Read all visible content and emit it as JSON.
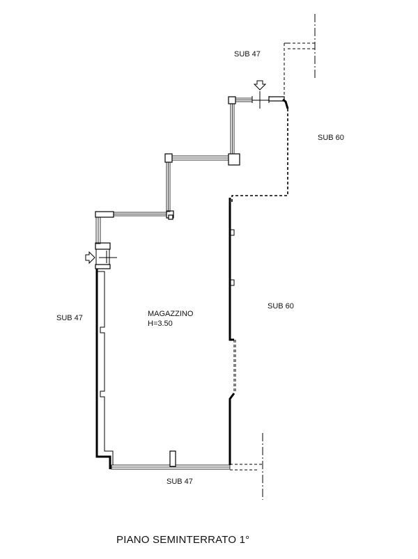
{
  "labels": {
    "sub47_top": "SUB 47",
    "sub60_right_top": "SUB 60",
    "sub60_right_mid": "SUB 60",
    "sub47_left": "SUB 47",
    "sub47_bottom": "SUB 47",
    "room_name": "MAGAZZINO",
    "room_height": "H=3.50"
  },
  "title": "PIANO SEMINTERRATO 1°"
}
